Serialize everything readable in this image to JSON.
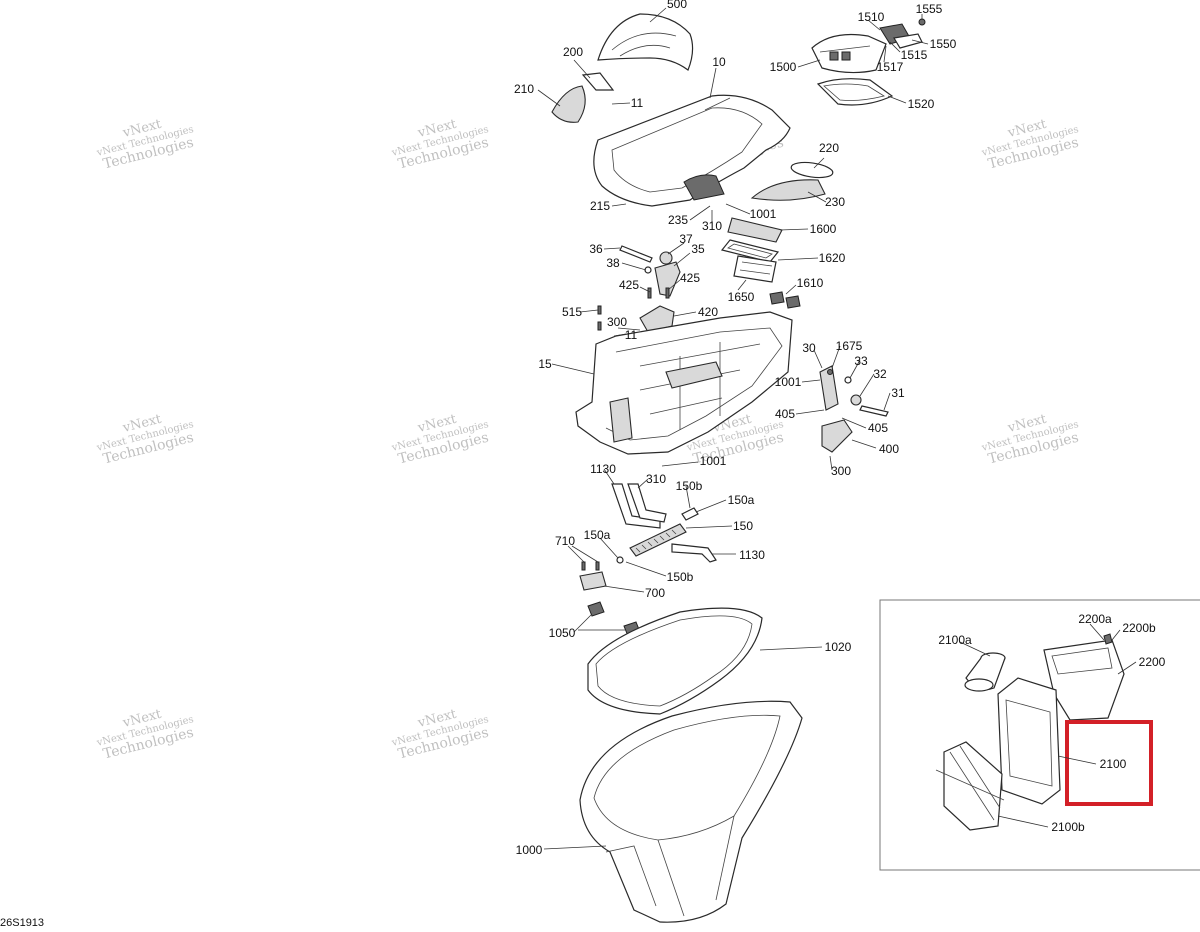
{
  "diagram_code": "26S1913",
  "watermark": {
    "line1": "vNext",
    "line2": "vNext Technologies",
    "line3": "Technologies"
  },
  "highlight_color": "#d32027",
  "callouts": [
    "500",
    "1555",
    "1510",
    "1550",
    "1515",
    "1517",
    "1500",
    "1520",
    "200",
    "10",
    "210",
    "11",
    "220",
    "230",
    "215",
    "1001",
    "235",
    "310",
    "1600",
    "36",
    "37",
    "35",
    "1620",
    "38",
    "425",
    "425",
    "1650",
    "1610",
    "515",
    "420",
    "300",
    "11",
    "15",
    "30",
    "1675",
    "33",
    "1001",
    "32",
    "31",
    "405",
    "405",
    "400",
    "300",
    "1001",
    "1130",
    "310",
    "150b",
    "150a",
    "150",
    "710",
    "150a",
    "1130",
    "150b",
    "700",
    "1050",
    "1020",
    "1000",
    "2200a",
    "2200b",
    "2100a",
    "2200",
    "2100",
    "2100b"
  ]
}
